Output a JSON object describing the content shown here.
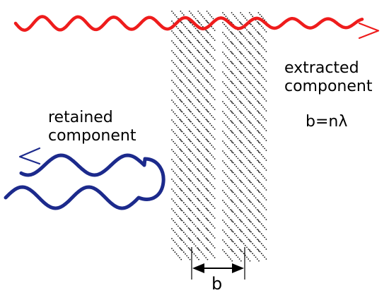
{
  "labels": {
    "extracted_line1": "extracted",
    "extracted_line2": "component",
    "retained_line1": "retained",
    "retained_line2": "component",
    "formula": "b=nλ",
    "gap": "b"
  },
  "colors": {
    "extracted_wave": "#ee1c1c",
    "retained_wave": "#1c2a8c",
    "slab_dots": "#111111",
    "dimension_line": "#000000",
    "text": "#000000"
  }
}
